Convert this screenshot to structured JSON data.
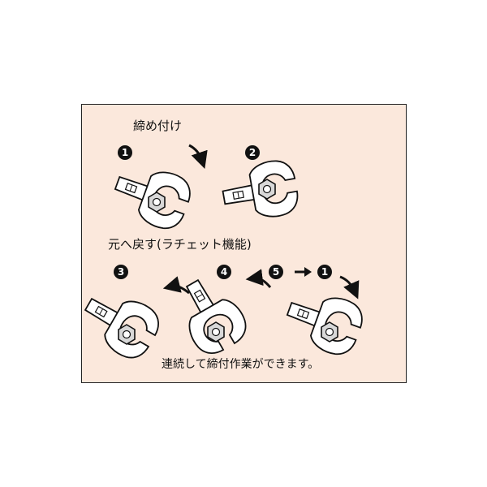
{
  "labels": {
    "tighten": "締め付け",
    "return": "元へ戻す(ラチェット機能)",
    "caption": "連続して締付作業ができます。"
  },
  "steps": {
    "s1": "1",
    "s2": "2",
    "s3": "3",
    "s4": "4",
    "s5": "5",
    "s1_repeat": "1"
  },
  "icons": {
    "arrow_right": "arrow-right-icon"
  },
  "colors": {
    "panel_bg": "#fbe8dc",
    "ink": "#111111",
    "wrench_fill": "#ffffff",
    "nut_fill": "#d8d8d8"
  }
}
